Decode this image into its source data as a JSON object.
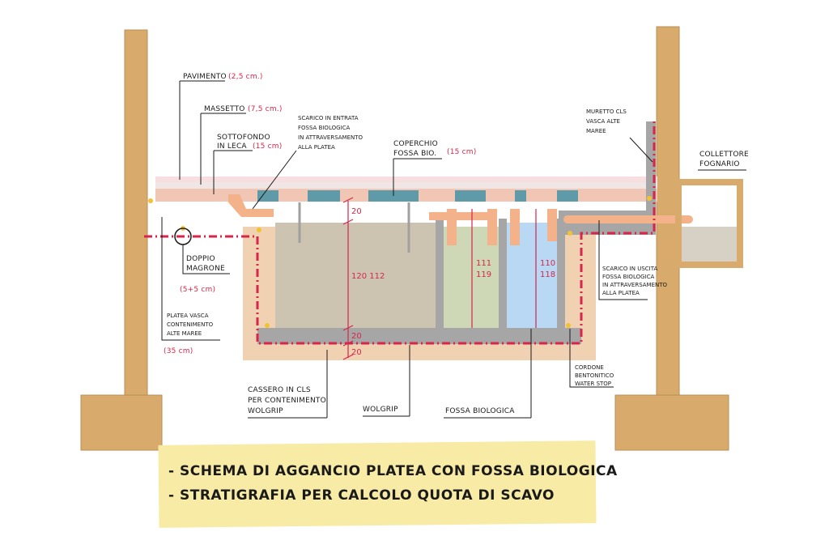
{
  "labels": {
    "pavimento": "PAVIMENTO",
    "pavimento_val": "(2,5 cm.)",
    "massetto": "MASSETTO",
    "massetto_val": "(7,5 cm.)",
    "sottofondo_1": "SOTTOFONDO",
    "sottofondo_2": "IN LECA",
    "sottofondo_val": "(15 cm)",
    "scarico_entrata_1": "SCARICO IN ENTRATA",
    "scarico_entrata_2": "FOSSA BIOLOGICA",
    "scarico_entrata_3": "IN ATTRAVERSAMENTO",
    "scarico_entrata_4": "ALLA PLATEA",
    "coperchio_1": "COPERCHIO",
    "coperchio_2": "FOSSA BIO.",
    "coperchio_val": "(15 cm)",
    "muretto_1": "MURETTO CLS",
    "muretto_2": "VASCA ALTE",
    "muretto_3": "MAREE",
    "collettore_1": "COLLETTORE",
    "collettore_2": "FOGNARIO",
    "doppio_1": "DOPPIO",
    "doppio_2": "MAGRONE",
    "doppio_val": "(5+5 cm)",
    "platea_1": "PLATEA VASCA",
    "platea_2": "CONTENIMENTO",
    "platea_3": "ALTE MAREE",
    "platea_val": "(35 cm)",
    "scarico_uscita_1": "SCARICO IN USCITA",
    "scarico_uscita_2": "FOSSA BIOLOGICA",
    "scarico_uscita_3": "IN ATTRAVERSAMENTO",
    "scarico_uscita_4": "ALLA PLATEA",
    "cassero_1": "CASSERO IN CLS",
    "cassero_2": "PER CONTENIMENTO",
    "cassero_3": "WOLGRIP",
    "wolgrip": "WOLGRIP",
    "fossa": "FOSSA BIOLOGICA",
    "cordone_1": "CORDONE",
    "cordone_2": "BENTONITICO",
    "cordone_3": "WATER STOP"
  },
  "dims": {
    "top_20": "20",
    "main_height": "120 112",
    "mid_20": "20",
    "bottom_20": "20",
    "c2_a": "111",
    "c2_b": "119",
    "c3_a": "110",
    "c3_b": "118"
  },
  "notes": {
    "line1": "- SCHEMA DI AGGANCIO PLATEA CON FOSSA BIOLOGICA",
    "line2": "- STRATIGRAFIA PER CALCOLO QUOTA DI SCAVO"
  },
  "colors": {
    "wood": "#d8ab6c",
    "soil": "#f0d2b2",
    "floor": "#f2c6b4",
    "concrete": "#a6a6a6",
    "chamber1": "#ccc4b0",
    "chamber2": "#cfd8b6",
    "chamber3": "#b9d8f4",
    "lid": "#5f9aa8",
    "pipe": "#f3b28a",
    "outer_water": "#d6d1c4",
    "red_line": "#d6264a",
    "notes_bg": "#f8eba6"
  }
}
